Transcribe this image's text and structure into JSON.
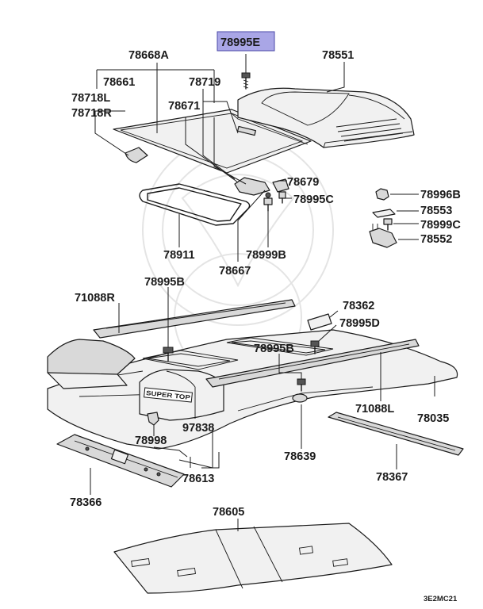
{
  "highlighted_part": "78995E",
  "labels": {
    "p78668A": "78668A",
    "p78995E": "78995E",
    "p78551": "78551",
    "p78661": "78661",
    "p78719": "78719",
    "p78718L": "78718L",
    "p78718R": "78718R",
    "p78671": "78671",
    "p78679": "78679",
    "p78995C": "78995C",
    "p78996B": "78996B",
    "p78553": "78553",
    "p78999C": "78999C",
    "p78552": "78552",
    "p78911": "78911",
    "p78999B": "78999B",
    "p78667": "78667",
    "p78995B_a": "78995B",
    "p71088R": "71088R",
    "p78362": "78362",
    "p78995D": "78995D",
    "p78995B_b": "78995B",
    "p97838": "97838",
    "p71088L": "71088L",
    "p78035": "78035",
    "p78998": "78998",
    "p78639": "78639",
    "p78613": "78613",
    "p78367": "78367",
    "p78366": "78366",
    "p78605": "78605"
  },
  "roof_emblem": "SUPER TOP",
  "diagram_code": "3E2MC21",
  "colors": {
    "highlight": "#a9a6e6",
    "ink": "#1a1a1a"
  }
}
